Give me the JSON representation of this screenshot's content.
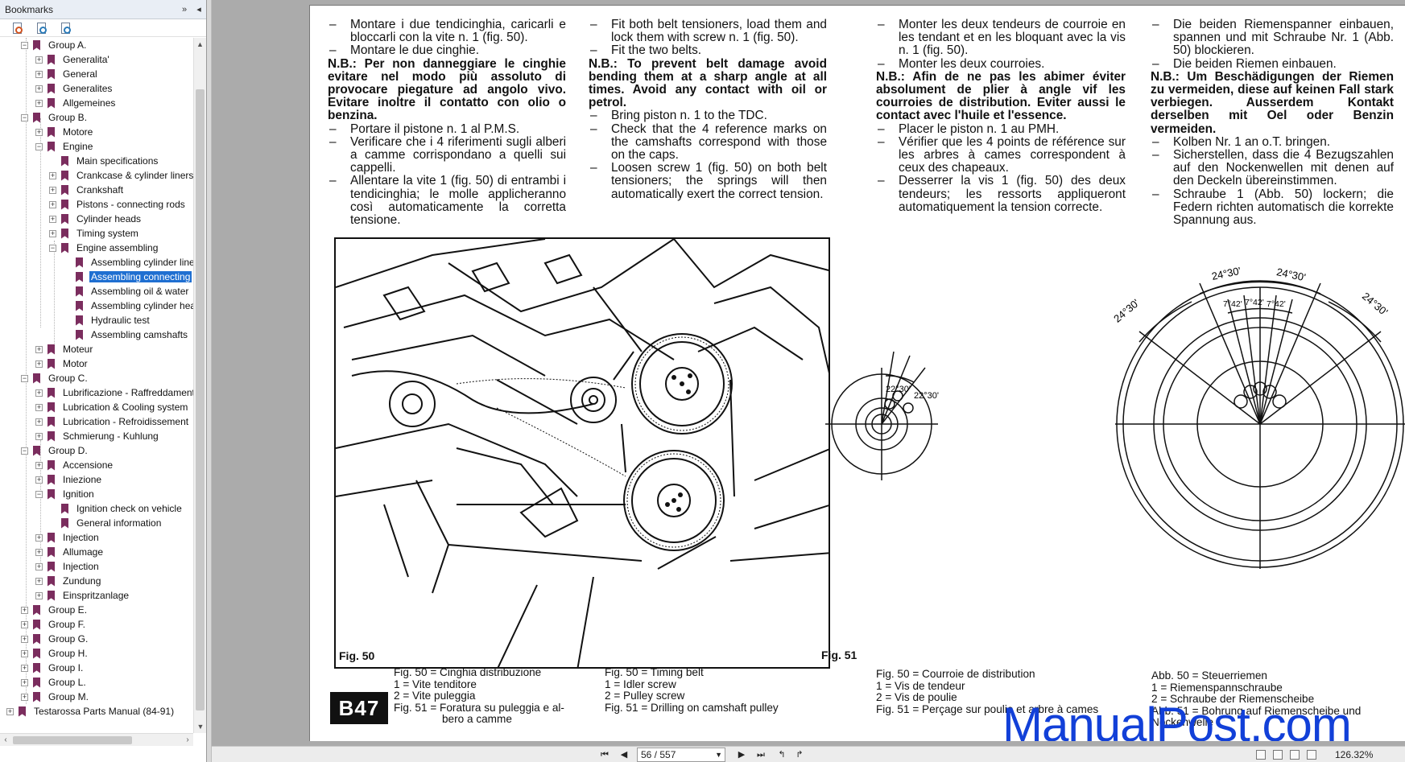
{
  "sidebar": {
    "title": "Bookmarks",
    "options_icon": "double-chevron-right-icon",
    "collapse_icon": "triangle-left-icon",
    "tools": [
      {
        "name": "expand-bookmark-icon"
      },
      {
        "name": "new-bookmark-icon"
      },
      {
        "name": "find-bookmark-icon"
      }
    ],
    "tree": [
      {
        "label": "Group A.",
        "level": 1,
        "exp": "-"
      },
      {
        "label": "Generalita'",
        "level": 2,
        "exp": "+"
      },
      {
        "label": "General",
        "level": 2,
        "exp": "+"
      },
      {
        "label": "Generalites",
        "level": 2,
        "exp": "+"
      },
      {
        "label": "Allgemeines",
        "level": 2,
        "exp": "+"
      },
      {
        "label": "Group B.",
        "level": 1,
        "exp": "-"
      },
      {
        "label": "Motore",
        "level": 2,
        "exp": "+"
      },
      {
        "label": "Engine",
        "level": 2,
        "exp": "-"
      },
      {
        "label": "Main specifications",
        "level": 3,
        "exp": ""
      },
      {
        "label": "Crankcase & cylinder liners",
        "level": 3,
        "exp": "+"
      },
      {
        "label": "Crankshaft",
        "level": 3,
        "exp": "+"
      },
      {
        "label": "Pistons - connecting rods",
        "level": 3,
        "exp": "+"
      },
      {
        "label": "Cylinder heads",
        "level": 3,
        "exp": "+"
      },
      {
        "label": "Timing system",
        "level": 3,
        "exp": "+"
      },
      {
        "label": "Engine assembling",
        "level": 3,
        "exp": "-"
      },
      {
        "label": "Assembling cylinder liners",
        "level": 4,
        "exp": ""
      },
      {
        "label": "Assembling connecting",
        "level": 4,
        "exp": "",
        "selected": true
      },
      {
        "label": "Assembling oil & water",
        "level": 4,
        "exp": ""
      },
      {
        "label": "Assembling cylinder heads",
        "level": 4,
        "exp": ""
      },
      {
        "label": "Hydraulic test",
        "level": 4,
        "exp": ""
      },
      {
        "label": "Assembling camshafts",
        "level": 4,
        "exp": ""
      },
      {
        "label": "Moteur",
        "level": 2,
        "exp": "+"
      },
      {
        "label": "Motor",
        "level": 2,
        "exp": "+"
      },
      {
        "label": "Group C.",
        "level": 1,
        "exp": "-"
      },
      {
        "label": "Lubrificazione - Raffreddamento",
        "level": 2,
        "exp": "+"
      },
      {
        "label": "Lubrication & Cooling system",
        "level": 2,
        "exp": "+"
      },
      {
        "label": "Lubrication - Refroidissement",
        "level": 2,
        "exp": "+"
      },
      {
        "label": "Schmierung - Kuhlung",
        "level": 2,
        "exp": "+"
      },
      {
        "label": "Group D.",
        "level": 1,
        "exp": "-"
      },
      {
        "label": "Accensione",
        "level": 2,
        "exp": "+"
      },
      {
        "label": "Iniezione",
        "level": 2,
        "exp": "+"
      },
      {
        "label": "Ignition",
        "level": 2,
        "exp": "-"
      },
      {
        "label": "Ignition check on vehicle",
        "level": 3,
        "exp": ""
      },
      {
        "label": "General information",
        "level": 3,
        "exp": ""
      },
      {
        "label": "Injection",
        "level": 2,
        "exp": "+"
      },
      {
        "label": "Allumage",
        "level": 2,
        "exp": "+"
      },
      {
        "label": "Injection",
        "level": 2,
        "exp": "+"
      },
      {
        "label": "Zundung",
        "level": 2,
        "exp": "+"
      },
      {
        "label": "Einspritzanlage",
        "level": 2,
        "exp": "+"
      },
      {
        "label": "Group E.",
        "level": 1,
        "exp": "+"
      },
      {
        "label": "Group F.",
        "level": 1,
        "exp": "+"
      },
      {
        "label": "Group G.",
        "level": 1,
        "exp": "+"
      },
      {
        "label": "Group H.",
        "level": 1,
        "exp": "+"
      },
      {
        "label": "Group I.",
        "level": 1,
        "exp": "+"
      },
      {
        "label": "Group L.",
        "level": 1,
        "exp": "+"
      },
      {
        "label": "Group M.",
        "level": 1,
        "exp": "+"
      },
      {
        "label": "Testarossa Parts Manual (84-91)",
        "level": 0,
        "exp": "+"
      }
    ]
  },
  "doc": {
    "it": {
      "l1": "Montare i due tendicinghia, caricarli e bloccarli con la vite n. 1 (fig. 50).",
      "l2": "Montare le due cinghie.",
      "nb": "N.B.: Per non danneggiare le cinghie evitare nel modo più assoluto di provocare piegature ad angolo vivo. Evitare inoltre il contatto con olio o benzina.",
      "l3": "Portare il pistone n. 1 al P.M.S.",
      "l4": "Verificare che i 4 riferimenti sugli alberi a camme corrispondano a quelli sui cappelli.",
      "l5": "Allentare la vite 1 (fig. 50) di entrambi i tendicinghia; le molle applicheranno così automaticamente la corretta tensione."
    },
    "en": {
      "l1": "Fit both belt tensioners, load them and lock them with screw n. 1 (fig. 50).",
      "l2": "Fit the two belts.",
      "nb": "N.B.: To prevent belt damage avoid bending them at a sharp angle at all times. Avoid any contact with oil or petrol.",
      "l3": "Bring piston n. 1 to the TDC.",
      "l4": "Check that the 4 reference marks on the camshafts correspond with those on the caps.",
      "l5": "Loosen screw 1 (fig. 50) on both belt tensioners; the springs will then automatically exert the correct tension."
    },
    "fr": {
      "l1": "Monter les deux tendeurs de courroie en les tendant et en les bloquant avec la vis n. 1 (fig. 50).",
      "l2": "Monter les deux courroies.",
      "nb": "N.B.: Afin de ne pas les abimer éviter absolument de plier à angle vif les courroies de distribution. Eviter aussi le contact avec l'huile et l'essence.",
      "l3": "Placer le piston n. 1 au PMH.",
      "l4": "Vérifier que les 4 points de référence sur les arbres à cames correspondent à ceux des chapeaux.",
      "l5": "Desserrer la vis 1 (fig. 50) des deux tendeurs; les ressorts appliqueront automatiquement la tension correcte."
    },
    "de": {
      "l1": "Die beiden Riemenspanner einbauen, spannen und mit Schraube Nr. 1 (Abb. 50) blockieren.",
      "l2": "Die beiden Riemen einbauen.",
      "nb": "N.B.: Um Beschädigungen der Riemen zu vermeiden, diese auf keinen Fall stark verbiegen. Ausserdem Kontakt derselben mit Oel oder Benzin vermeiden.",
      "l3": "Kolben Nr. 1 an o.T. bringen.",
      "l4": "Sicherstellen, dass die 4 Bezugszahlen auf den Nockenwellen mit denen auf den Deckeln übereinstimmen.",
      "l5": "Schraube 1 (Abb. 50) lockern; die Federn richten automatisch die korrekte Spannung aus."
    },
    "fig50_label": "Fig. 50",
    "fig51_label": "Fig. 51",
    "angle_a": "22°30'",
    "angle_b": "22°30'",
    "angle_c": "24°30'",
    "angle_d": "24°30'",
    "angle_e": "24°30'",
    "angle_f": "24°30'",
    "angle_g": "7°42'",
    "angle_h": "7°42'",
    "angle_i": "7°42'",
    "caption_it": [
      "Fig. 50 = Cinghia distribuzione",
      "1 = Vite tenditore",
      "2 = Vite puleggia",
      "Fig. 51 = Foratura su puleggia e al-",
      "bero a camme"
    ],
    "caption_en": [
      "Fig. 50 = Timing belt",
      "1 = Idler screw",
      "2 = Pulley screw",
      "Fig. 51 = Drilling on camshaft pulley"
    ],
    "caption_fr": [
      "Fig. 50 = Courroie de distribution",
      "1 = Vis de tendeur",
      "2 = Vis de poulie",
      "Fig. 51 = Perçage sur poulie et arbre à cames"
    ],
    "caption_de": [
      "Abb. 50 = Steuerriemen",
      "1 = Riemenspannschraube",
      "2 = Schraube der Riemenscheibe",
      "Abb. 51 = Bohrung auf Riemenscheibe und Nockenwelle"
    ],
    "page_badge": "B47",
    "watermark": "ManualPost.com"
  },
  "statusbar": {
    "first_icon": "first-page-icon",
    "prev_icon": "previous-page-icon",
    "page_value": "56 / 557",
    "next_icon": "next-page-icon",
    "last_icon": "last-page-icon",
    "back_icon": "previous-view-icon",
    "fwd_icon": "next-view-icon",
    "zoom": "126.32%"
  }
}
